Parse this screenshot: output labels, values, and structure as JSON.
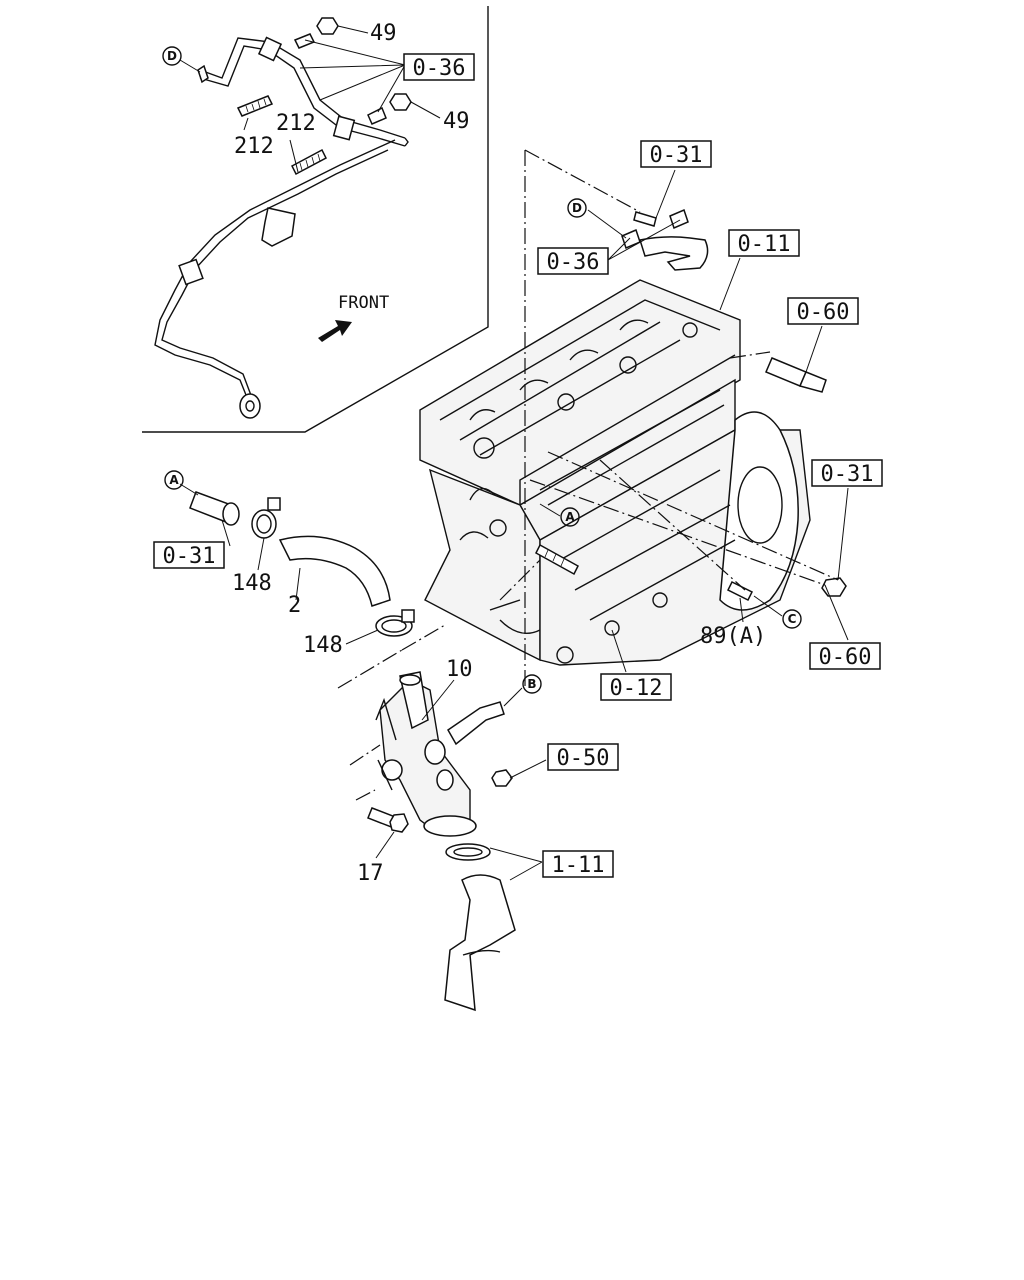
{
  "diagram": {
    "front_label": "FRONT",
    "boxed_refs": {
      "top_036": "0-36",
      "top_031": "0-31",
      "mid_036": "0-36",
      "ref_011": "0-11",
      "ref_060_top": "0-60",
      "ref_031_right": "0-31",
      "ref_031_left": "0-31",
      "ref_060_right": "0-60",
      "ref_012": "0-12",
      "ref_050": "0-50",
      "ref_111": "1-11"
    },
    "part_numbers": {
      "p49_top": "49",
      "p49_mid": "49",
      "p212_a": "212",
      "p212_b": "212",
      "p148_a": "148",
      "p2": "2",
      "p148_b": "148",
      "p10": "10",
      "p89a": "89(A)",
      "p17": "17"
    },
    "circle_refs": {
      "d_top": "D",
      "d_mid": "D",
      "a_left": "A",
      "a_engine": "A",
      "b": "B",
      "c": "C"
    }
  }
}
